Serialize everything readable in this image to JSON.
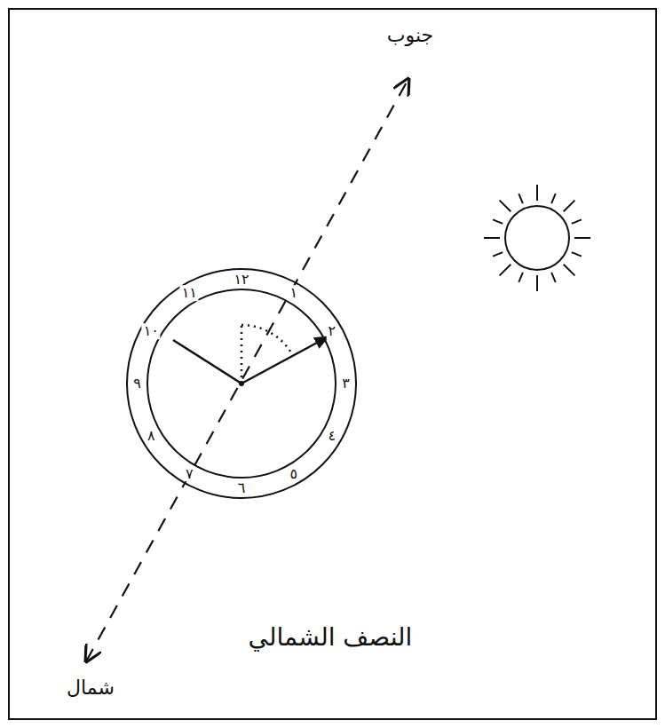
{
  "diagram": {
    "caption": "النصف الشمالي",
    "labels": [
      "جنوب",
      "شمال",
      "١٢",
      "١",
      "٢",
      "٣",
      "٤",
      "٥",
      "٦",
      "٧",
      "٨",
      "٩",
      "١٠",
      "١١"
    ]
  }
}
